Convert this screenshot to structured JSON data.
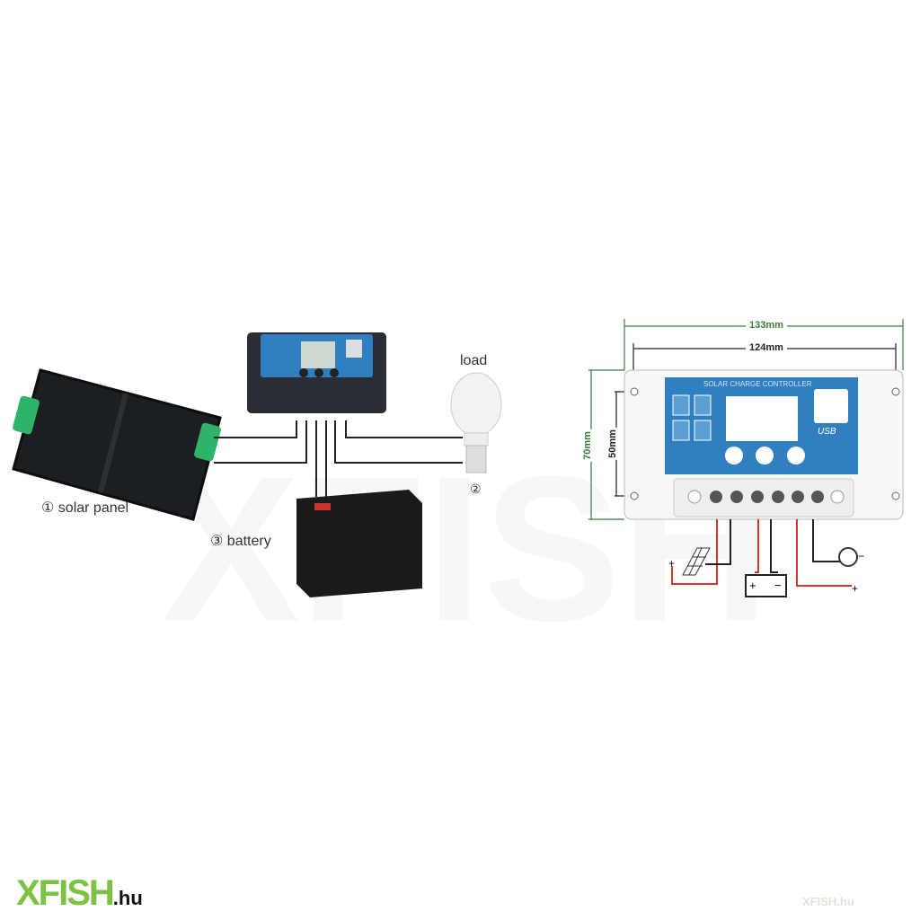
{
  "left_diagram": {
    "solar_panel_label": "① solar panel",
    "battery_label": "③ battery",
    "load_label": "load",
    "load_number": "②"
  },
  "right_diagram": {
    "controller_title": "SOLAR CHARGE CONTROLLER",
    "usb_label": "USB",
    "dimensions": {
      "outer_width": "133mm",
      "hole_width": "124mm",
      "outer_height": "70mm",
      "hole_height": "50mm"
    },
    "battery_plus": "+",
    "battery_minus": "−",
    "load_plus": "+",
    "load_minus": "−",
    "solar_plus": "+"
  },
  "logo": {
    "brand": "XFISH",
    "tld": ".hu"
  },
  "watermark": "XFISH.hu",
  "colors": {
    "controller_blue": "#2f7fc1",
    "dimension_green": "#3a7a3a",
    "wire_red": "#d9342b",
    "logo_green": "#7dc242"
  }
}
